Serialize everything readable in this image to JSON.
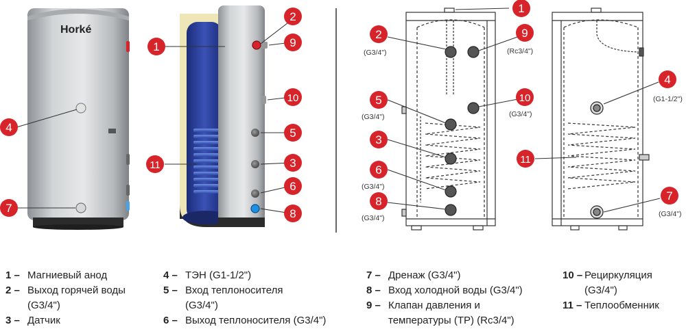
{
  "brand": "Horké",
  "callouts": {
    "c1": "1",
    "c2": "2",
    "c3": "3",
    "c4": "4",
    "c5": "5",
    "c6": "6",
    "c7": "7",
    "c8": "8",
    "c9": "9",
    "c10": "10",
    "c11": "11"
  },
  "sizes": {
    "g34": "(G3/4\")",
    "rc34": "(Rc3/4\")",
    "g112": "(G1-1/2\")"
  },
  "legend": {
    "col1": [
      {
        "num": "1",
        "lines": [
          "Магниевый анод"
        ]
      },
      {
        "num": "2",
        "lines": [
          "Выход горячей воды",
          "(G3/4\")"
        ]
      },
      {
        "num": "3",
        "lines": [
          "Датчик"
        ]
      }
    ],
    "col2": [
      {
        "num": "4",
        "lines": [
          "ТЭН  (G1-1/2\")"
        ]
      },
      {
        "num": "5",
        "lines": [
          "Вход теплоносителя",
          "(G3/4\")"
        ]
      },
      {
        "num": "6",
        "lines": [
          "Выход теплоносителя (G3/4\")"
        ]
      }
    ],
    "col3": [
      {
        "num": "7",
        "lines": [
          "Дренаж (G3/4\")"
        ]
      },
      {
        "num": "8",
        "lines": [
          "Вход холодной воды (G3/4\")"
        ]
      },
      {
        "num": "9",
        "lines": [
          "Клапан давления и",
          "температуры (TP) (Rc3/4\")"
        ]
      }
    ],
    "col4": [
      {
        "num": "10",
        "lines": [
          "Рециркуляция",
          "(G3/4\")"
        ]
      },
      {
        "num": "11",
        "lines": [
          "Теплообменник"
        ]
      }
    ]
  },
  "colors": {
    "callout": "#d7242a",
    "steel": "#c9ccce",
    "inner": "#2e3f96",
    "insulation": "#efe6b8"
  }
}
